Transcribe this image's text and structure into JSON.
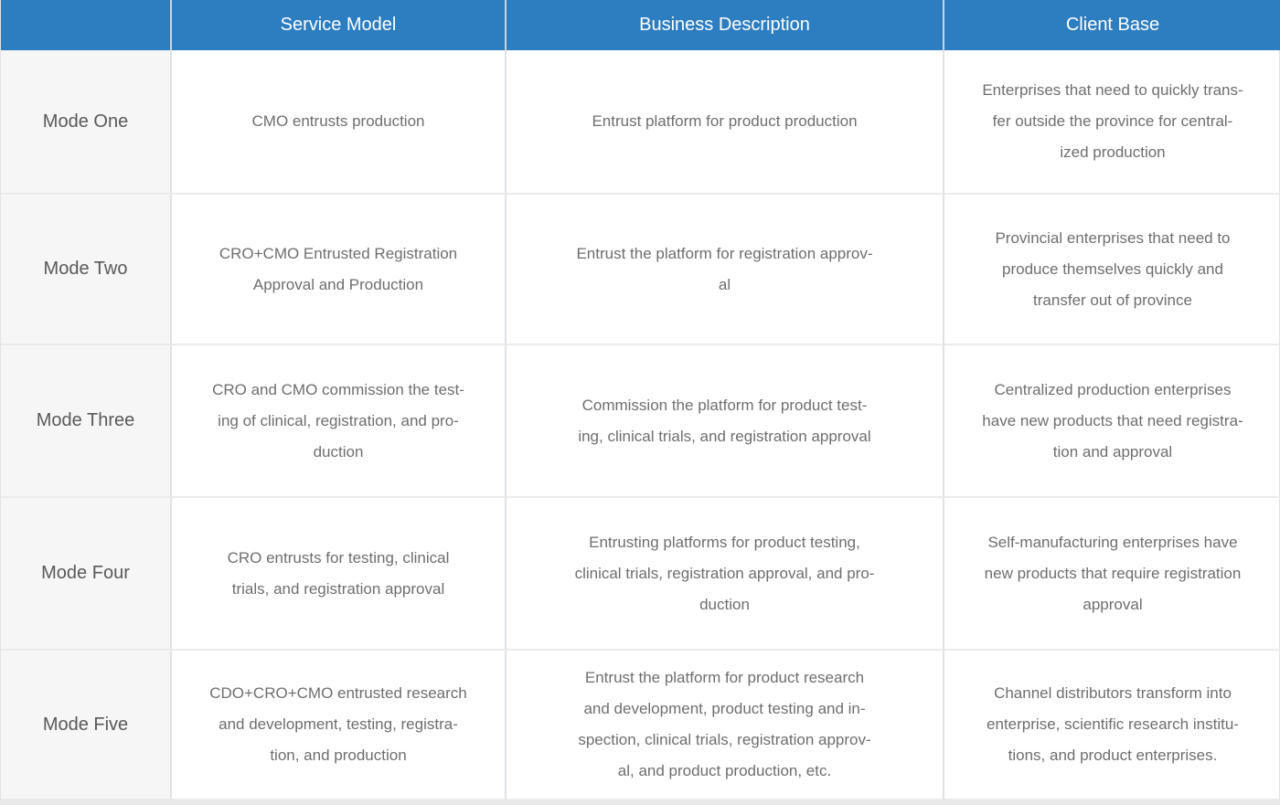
{
  "theme": {
    "header_background": "#2d7dc1",
    "header_text_color": "#ffffff",
    "row_label_background": "#f6f6f6",
    "body_text_color": "#6e6e6e",
    "grid_line_color": "#e0e0e0",
    "page_background": "#e9e9e9"
  },
  "table": {
    "headers": {
      "col0": "",
      "col1": "Service Model",
      "col2": "Business Description",
      "col3": "Client Base"
    },
    "rows": [
      {
        "mode": "Mode One",
        "service_model": "CMO entrusts production",
        "business_description": "Entrust platform for product production",
        "client_base": "Enterprises that need to quickly trans-\nfer outside the province for central-\nized production"
      },
      {
        "mode": "Mode Two",
        "service_model": "CRO+CMO Entrusted Registration\nApproval and Production",
        "business_description": "Entrust the platform for registration approv-\nal",
        "client_base": "Provincial enterprises that need to\nproduce themselves quickly and\ntransfer out of province"
      },
      {
        "mode": "Mode Three",
        "service_model": "CRO and CMO commission the test-\ning of clinical, registration, and pro-\nduction",
        "business_description": "Commission the platform for product test-\ning, clinical trials, and registration approval",
        "client_base": "Centralized production enterprises\nhave new products that need registra-\ntion and approval"
      },
      {
        "mode": "Mode Four",
        "service_model": "CRO entrusts for testing, clinical\ntrials, and registration approval",
        "business_description": "Entrusting platforms for product testing,\nclinical trials, registration approval, and pro-\nduction",
        "client_base": "Self-manufacturing enterprises have\nnew products that require registration\napproval"
      },
      {
        "mode": "Mode Five",
        "service_model": "CDO+CRO+CMO entrusted research\nand development, testing, registra-\ntion, and production",
        "business_description": "Entrust the platform for product research\nand development, product testing and in-\nspection, clinical trials, registration approv-\nal, and product production, etc.",
        "client_base": "Channel distributors transform into\nenterprise, scientific research institu-\ntions, and product enterprises."
      }
    ]
  }
}
